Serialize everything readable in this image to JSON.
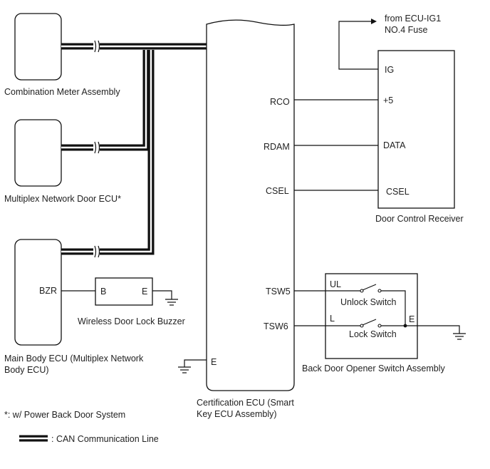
{
  "components": {
    "combination_meter": "Combination Meter Assembly",
    "multiplex_door_ecu": "Multiplex Network Door ECU*",
    "main_body_ecu_line1": "Main Body ECU (Multiplex Network",
    "main_body_ecu_line2": "Body ECU)",
    "buzzer": "Wireless Door Lock Buzzer",
    "certification_ecu_line1": "Certification ECU (Smart",
    "certification_ecu_line2": "Key ECU Assembly)",
    "door_control_receiver": "Door Control Receiver",
    "back_door_switch": "Back Door Opener Switch Assembly"
  },
  "pins": {
    "bzr": "BZR",
    "buzzer_b": "B",
    "buzzer_e": "E",
    "rco": "RCO",
    "rdam": "RDAM",
    "csel": "CSEL",
    "tsw5": "TSW5",
    "tsw6": "TSW6",
    "ecu_e": "E",
    "rx_ig": "IG",
    "rx_5v": "+5",
    "rx_data": "DATA",
    "rx_csel": "CSEL",
    "sw_ul": "UL",
    "sw_l": "L",
    "sw_e": "E"
  },
  "switches": {
    "unlock": "Unlock Switch",
    "lock": "Lock Switch"
  },
  "power": {
    "line1": "from ECU-IG1",
    "line2": "NO.4 Fuse"
  },
  "notes": {
    "footnote": "*: w/ Power Back Door System",
    "legend": ": CAN Communication Line"
  }
}
